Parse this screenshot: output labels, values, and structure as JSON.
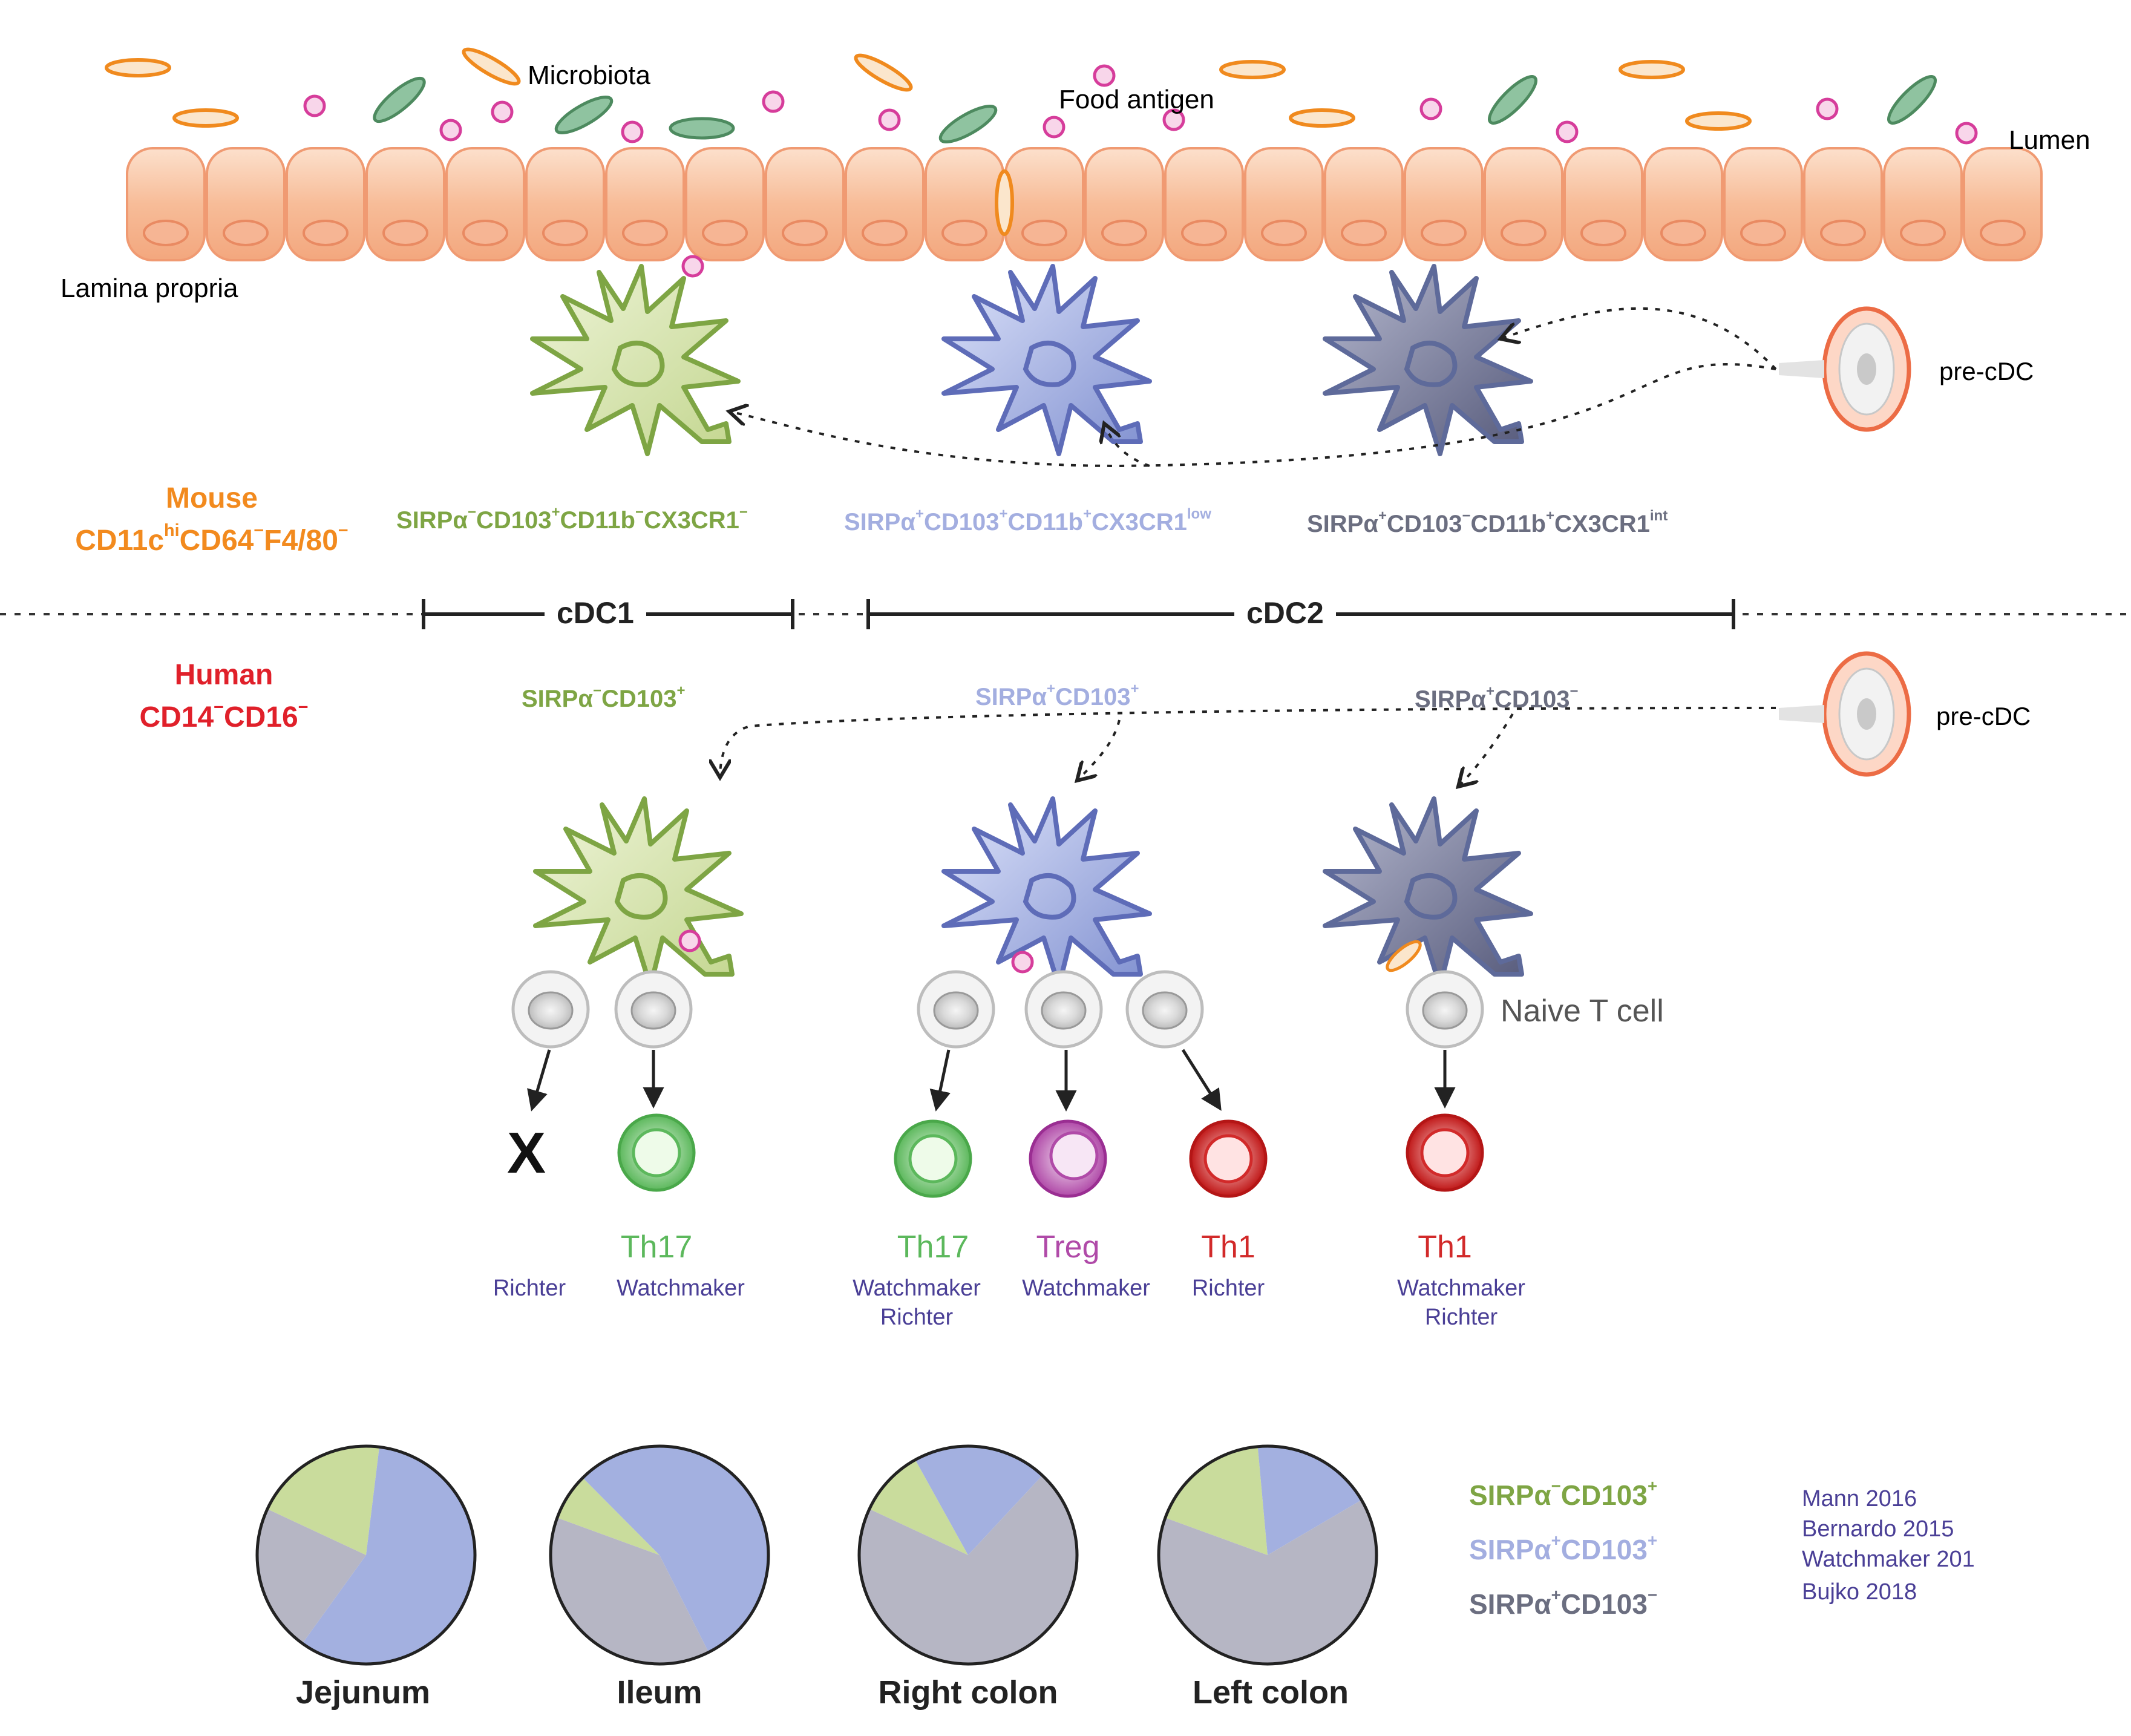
{
  "colors": {
    "mouse": "#f28a1e",
    "human": "#e0202a",
    "cdc1": "#7ea544",
    "cdc2_cd103pos": "#a3aee0",
    "cdc2_cd103neg": "#6b6e80",
    "pie_green": "#c9dc9c",
    "pie_blue": "#a3b0e0",
    "pie_grey": "#b6b6c4",
    "th17": "#5cb85c",
    "treg": "#b04aa8",
    "th1": "#d22a2a",
    "ref": "#4a3f96"
  },
  "top": {
    "microbiota": "Microbiota",
    "food_antigen": "Food antigen",
    "lumen": "Lumen",
    "lamina_propria": "Lamina propria",
    "pre_cdc_mouse": "pre-cDC"
  },
  "mouse": {
    "label_line1": "Mouse",
    "label_line2_a": "CD11c",
    "label_line2_sup": "hi",
    "label_line2_b": "CD64",
    "label_line2_sup2": "−",
    "label_line2_c": "F4/80",
    "label_line2_sup3": "−",
    "pheno1": {
      "a": "SIRPα",
      "s1": "−",
      "b": "CD103",
      "s2": "+",
      "c": "CD11b",
      "s3": "−",
      "d": "CX3CR1",
      "s4": "−"
    },
    "pheno2": {
      "a": "SIRPα",
      "s1": "+",
      "b": "CD103",
      "s2": "+",
      "c": "CD11b",
      "s3": "+",
      "d": "CX3CR1",
      "s4": "low"
    },
    "pheno3": {
      "a": "SIRPα",
      "s1": "+",
      "b": "CD103",
      "s2": "−",
      "c": "CD11b",
      "s3": "+",
      "d": "CX3CR1",
      "s4": "int"
    }
  },
  "lineage": {
    "cdc1": "cDC1",
    "cdc2": "cDC2"
  },
  "human": {
    "label_line1": "Human",
    "label_line2_a": "CD14",
    "label_line2_s1": "−",
    "label_line2_b": "CD16",
    "label_line2_s2": "−",
    "pheno1": {
      "a": "SIRPα",
      "s1": "−",
      "b": "CD103",
      "s2": "+"
    },
    "pheno2": {
      "a": "SIRPα",
      "s1": "+",
      "b": "CD103",
      "s2": "+"
    },
    "pheno3": {
      "a": "SIRPα",
      "s1": "+",
      "b": "CD103",
      "s2": "−"
    },
    "pre_cdc": "pre-cDC",
    "naive_t": "Naive T cell"
  },
  "outcomes": [
    {
      "symbol": "X",
      "fate": "",
      "refs": [
        "Richter"
      ]
    },
    {
      "symbol": "",
      "fate": "Th17",
      "refs": [
        "Watchmaker"
      ]
    },
    {
      "symbol": "",
      "fate": "Th17",
      "refs": [
        "Watchmaker",
        "Richter"
      ]
    },
    {
      "symbol": "",
      "fate": "Treg",
      "refs": [
        "Watchmaker"
      ]
    },
    {
      "symbol": "",
      "fate": "Th1",
      "refs": [
        "Richter"
      ]
    },
    {
      "symbol": "",
      "fate": "Th1",
      "refs": [
        "Watchmaker",
        "Richter"
      ]
    }
  ],
  "chart_data": {
    "type": "pie",
    "series_order": [
      "SIRPα−CD103+",
      "SIRPα+CD103+",
      "SIRPα+CD103−"
    ],
    "pies": [
      {
        "name": "Jejunum",
        "values": [
          20,
          58,
          22
        ]
      },
      {
        "name": "Ileum",
        "values": [
          7,
          55,
          38
        ]
      },
      {
        "name": "Right colon",
        "values": [
          10,
          20,
          70
        ]
      },
      {
        "name": "Left colon",
        "values": [
          18,
          18,
          64
        ]
      }
    ]
  },
  "legend": [
    {
      "a": "SIRPα",
      "s1": "−",
      "b": "CD103",
      "s2": "+"
    },
    {
      "a": "SIRPα",
      "s1": "+",
      "b": "CD103",
      "s2": "+"
    },
    {
      "a": "SIRPα",
      "s1": "+",
      "b": "CD103",
      "s2": "−"
    }
  ],
  "references": [
    "Mann 2016",
    "Bernardo 2015",
    "Watchmaker 201",
    "Bujko 2018"
  ]
}
